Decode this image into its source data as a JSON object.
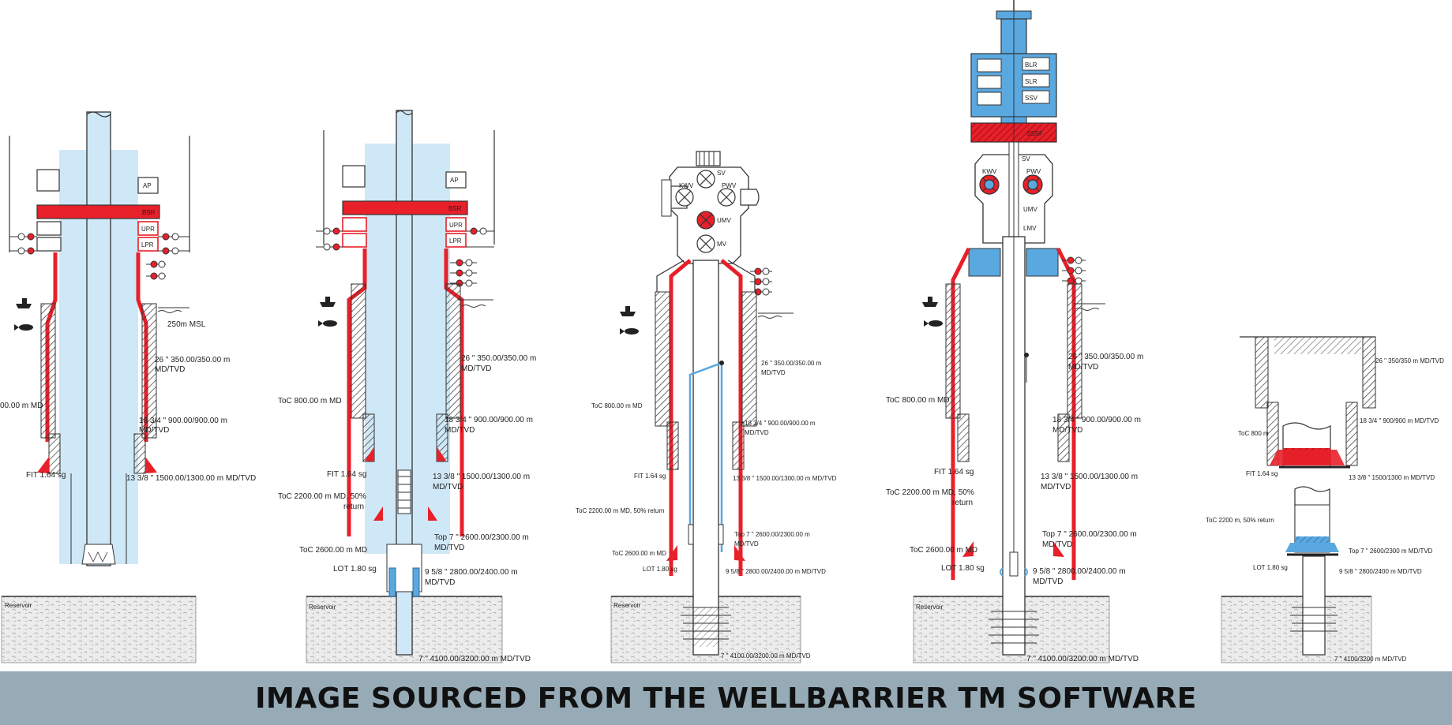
{
  "footer": {
    "caption": "IMAGE SOURCED FROM THE WELLBARRIER TM SOFTWARE"
  },
  "colors": {
    "barrier_red": "#e8202a",
    "water_blue": "#cfe8f7",
    "valve_blue": "#5aa8e0",
    "footer_bg": "#97abb7"
  },
  "icons": [
    "boat-icon",
    "fish-icon",
    "valve-icon",
    "wave-icon"
  ],
  "panels": [
    {
      "valves": [
        "AP",
        "BSR",
        "UPR",
        "LPR"
      ],
      "msl": "250m MSL",
      "casings": [
        "26 \" 350.00/350.00 m",
        "MD/TVD",
        "18 3/4 \" 900.00/900.00 m",
        "MD/TVD",
        "13 3/8 \" 1500.00/1300.00 m MD/TVD"
      ],
      "toc": [
        "00.00 m MD"
      ],
      "fit": "FIT 1.64 sg",
      "reservoir": "Reservoir"
    },
    {
      "valves": [
        "AP",
        "BSR",
        "UPR",
        "LPR"
      ],
      "casings": [
        "26 \" 350.00/350.00 m",
        "MD/TVD",
        "18 3/4 \" 900.00/900.00 m",
        "MD/TVD",
        "13 3/8 \" 1500.00/1300.00 m",
        "MD/TVD",
        "Top 7 \" 2600.00/2300.00 m",
        "MD/TVD",
        "9 5/8 \" 2800.00/2400.00 m",
        "MD/TVD",
        "7 \" 4100.00/3200.00 m MD/TVD"
      ],
      "toc": [
        "ToC 800.00 m MD",
        "ToC 2200.00 m MD, 50%",
        "return",
        "ToC 2600.00 m MD"
      ],
      "fit": "FIT 1.64 sg",
      "lot": "LOT 1.80 sg",
      "reservoir": "Reservoir"
    },
    {
      "valves": [
        "KWV",
        "SV",
        "PWV",
        "UMV",
        "MV"
      ],
      "casings": [
        "26 \" 350.00/350.00 m",
        "MD/TVD",
        "18 3/4 \" 900.00/900.00 m",
        "MD/TVD",
        "13 3/8 \" 1500.00/1300.00 m MD/TVD",
        "Top 7 \" 2600.00/2300.00 m",
        "MD/TVD",
        "9 5/8 \" 2800.00/2400.00 m MD/TVD",
        "7 \" 4100.00/3200.00 m MD/TVD"
      ],
      "toc": [
        "ToC 800.00 m MD",
        "ToC 2200.00 m MD, 50% return",
        "ToC 2600.00 m MD"
      ],
      "fit": "FIT 1.64 sg",
      "lot": "LOT 1.80 sg",
      "reservoir": "Reservoir"
    },
    {
      "valves": [
        "BLR",
        "SLR",
        "SSV",
        "SSSF",
        "KWV",
        "SV",
        "PWV",
        "UMV",
        "LMV"
      ],
      "casings": [
        "26 \" 350.00/350.00 m",
        "MD/TVD",
        "18 3/4 \" 900.00/900.00 m",
        "MD/TVD",
        "13 3/8 \" 1500.00/1300.00 m",
        "MD/TVD",
        "Top 7 \" 2600.00/2300.00 m",
        "MD/TVD",
        "9 5/8 \" 2800.00/2400.00 m",
        "MD/TVD",
        "7 \" 4100.00/3200.00 m MD/TVD"
      ],
      "toc": [
        "ToC 800.00 m MD",
        "ToC 2200.00 m MD, 50%",
        "return",
        "ToC 2600.00 m MD"
      ],
      "fit": "FIT 1.64 sg",
      "lot": "LOT 1.80 sg",
      "reservoir": "Reservoir"
    },
    {
      "casings": [
        "26 \" 350/350 m MD/TVD",
        "18 3/4 \" 900/900 m MD/TVD",
        "13 3/8 \" 1500/1300 m MD/TVD",
        "Top 7 \" 2600/2300 m MD/TVD",
        "9 5/8 \" 2800/2400 m MD/TVD",
        "7 \" 4100/3200 m MD/TVD"
      ],
      "toc": [
        "ToC 800 m",
        "ToC 2200 m, 50% return"
      ],
      "fit": "FIT 1.64 sg",
      "lot": "LOT 1.80 sg"
    }
  ]
}
